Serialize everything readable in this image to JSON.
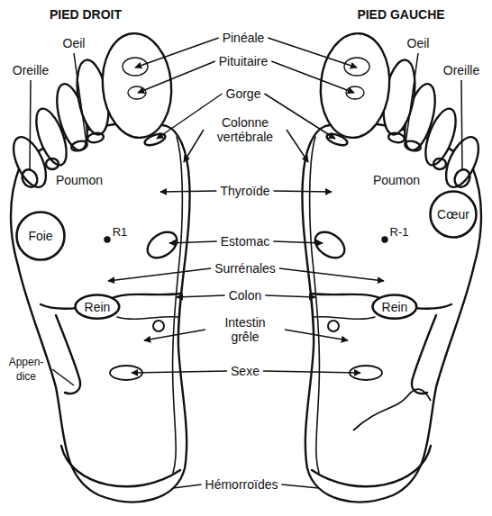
{
  "diagram": {
    "nodes": [
      {
        "text": [
          "Foie"
        ]
      },
      {
        "text": [
          "Cœur"
        ]
      },
      {
        "text": [
          "Rein"
        ]
      },
      {
        "text": [
          "Rein"
        ]
      }
    ],
    "labels": [
      "PIED DROIT",
      "PIED GAUCHE",
      "Pinéale",
      "Oeil",
      "Oeil",
      "Oreille",
      "Oreille",
      "Pituitaire",
      "Gorge",
      "Colonne vertébrale",
      "Poumon",
      "Thyroïde",
      "Poumon",
      "R1",
      "R-1",
      "Estomac",
      "Surrénales",
      "Colon",
      "Intestin grêle",
      "Appen- dice",
      "Sexe",
      "Hémorroïdes"
    ]
  }
}
